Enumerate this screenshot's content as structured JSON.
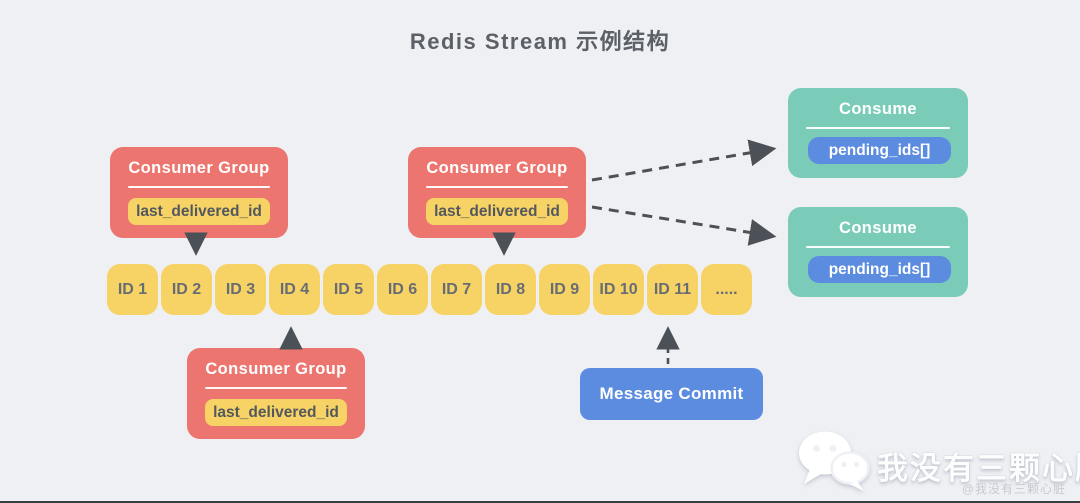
{
  "title": "Redis Stream 示例结构",
  "colors": {
    "background": "#eef0f4",
    "consumer_group_red": "#ec7570",
    "stream_yellow": "#f6d364",
    "consume_teal": "#7accb8",
    "pill_blue": "#5b8cdf",
    "arrow_gray": "#4c5057"
  },
  "consumer_groups": [
    {
      "label": "Consumer Group",
      "field": "last_delivered_id"
    },
    {
      "label": "Consumer Group",
      "field": "last_delivered_id"
    },
    {
      "label": "Consumer Group",
      "field": "last_delivered_id"
    }
  ],
  "stream": {
    "ids": [
      "ID 1",
      "ID 2",
      "ID 3",
      "ID 4",
      "ID 5",
      "ID 6",
      "ID 7",
      "ID 8",
      "ID 9",
      "ID 10",
      "ID 11",
      "....."
    ]
  },
  "consumers": [
    {
      "label": "Consume",
      "field": "pending_ids[]"
    },
    {
      "label": "Consume",
      "field": "pending_ids[]"
    }
  ],
  "message_commit": {
    "label": "Message Commit"
  },
  "watermark": {
    "name": "我没有三颗心脏",
    "copyright": "@我没有三颗心脏"
  }
}
